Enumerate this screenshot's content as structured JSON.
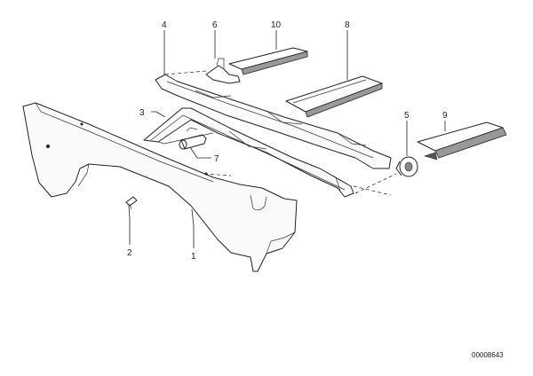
{
  "diagram": {
    "callouts": [
      {
        "id": "label-1",
        "text": "1"
      },
      {
        "id": "label-2",
        "text": "2"
      },
      {
        "id": "label-3",
        "text": "3"
      },
      {
        "id": "label-4",
        "text": "4"
      },
      {
        "id": "label-5",
        "text": "5"
      },
      {
        "id": "label-6",
        "text": "6"
      },
      {
        "id": "label-7",
        "text": "7"
      },
      {
        "id": "label-8",
        "text": "8"
      },
      {
        "id": "label-9",
        "text": "9"
      },
      {
        "id": "label-10",
        "text": "10"
      }
    ],
    "document_number": "00008643"
  }
}
